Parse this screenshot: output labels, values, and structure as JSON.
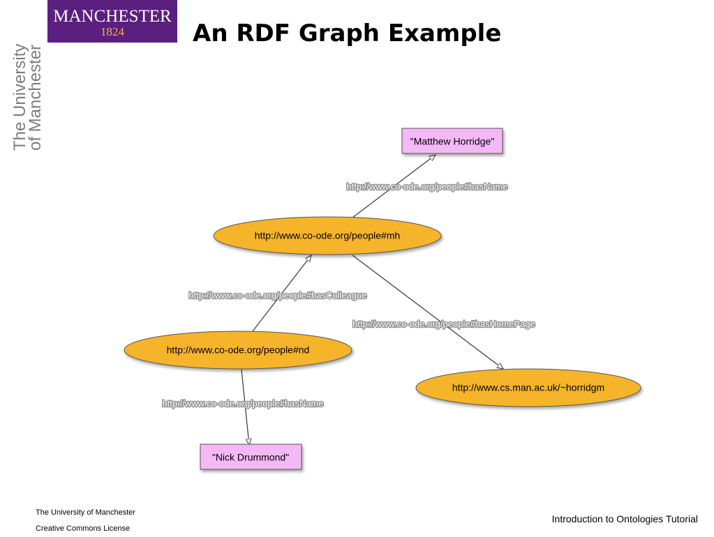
{
  "logo": {
    "word": "MANCHESTER",
    "year": "1824"
  },
  "brand_vertical": {
    "line1": "The University",
    "line2": "of Manchester"
  },
  "title": "An RDF Graph Example",
  "nodes": {
    "mh": "http://www.co-ode.org/people#mh",
    "nd": "http://www.co-ode.org/people#nd",
    "homepage": "http://www.cs.man.ac.uk/~horridgm",
    "matthew": "\"Matthew Horridge\"",
    "nick": "\"Nick Drummond\""
  },
  "edges": {
    "mh_name": "http://www.co-ode.org/people#hasName",
    "nd_colleague": "http://www.co-ode.org/people#hasColleague",
    "mh_homepage": "http://www.co-ode.org/people#hasHomePage",
    "nd_name": "http://www.co-ode.org/people#hasName"
  },
  "colors": {
    "resource_fill": "#f5b42a",
    "literal_fill": "#f4b8f6",
    "brand_purple": "#5b1f7f",
    "brand_gold": "#f2b632"
  },
  "footer": {
    "line1": "The University of Manchester",
    "line2": "Creative Commons License",
    "right": "Introduction to Ontologies Tutorial"
  }
}
